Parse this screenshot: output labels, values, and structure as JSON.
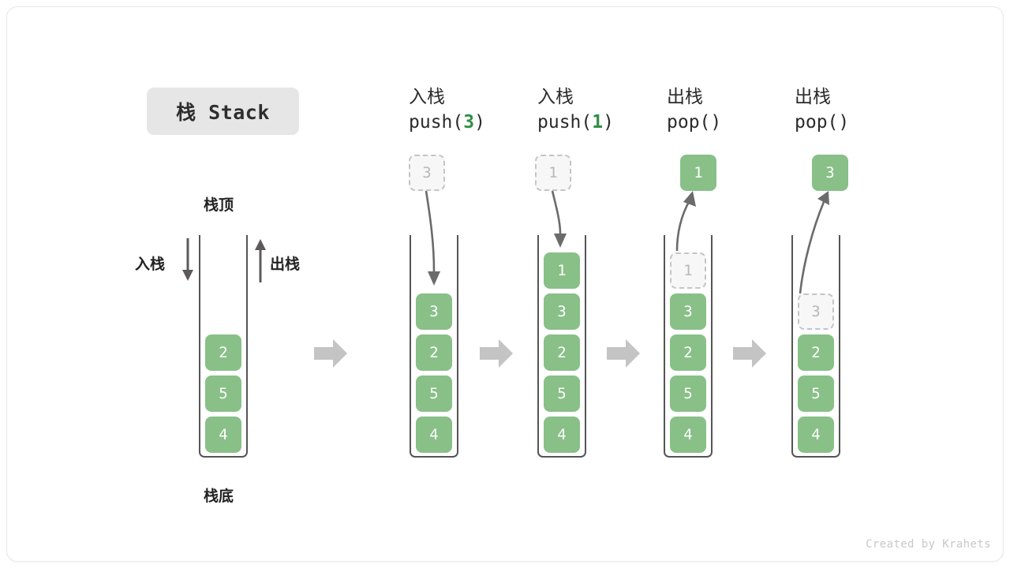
{
  "title_badge": {
    "label": "栈 Stack"
  },
  "credit": "Created by Krahets",
  "labels": {
    "top": "栈顶",
    "bottom": "栈底",
    "push_side": "入栈",
    "pop_side": "出栈"
  },
  "colors": {
    "cell_fill": "#88c088",
    "cell_text": "#ffffff",
    "ghost_fill": "#f7f7f7",
    "ghost_border": "#c4c4c4",
    "ghost_text": "#b8b8b8",
    "wall": "#555555",
    "arrow_gray": "#c4c4c4",
    "motion_arrow": "#6b6b6b",
    "accent_green": "#2f8f46",
    "badge_bg": "#e6e6e6"
  },
  "columns": [
    {
      "id": "initial",
      "header_cn": "",
      "header_code": "",
      "header_arg": "",
      "external_cell": null,
      "stack": [
        {
          "value": "2",
          "state": "filled"
        },
        {
          "value": "5",
          "state": "filled"
        },
        {
          "value": "4",
          "state": "filled"
        }
      ]
    },
    {
      "id": "push-3",
      "header_cn": "入栈",
      "header_code_prefix": "push(",
      "header_arg": "3",
      "header_code_suffix": ")",
      "external_cell": {
        "value": "3",
        "state": "ghost"
      },
      "arrow_dir": "in",
      "stack": [
        {
          "value": "3",
          "state": "filled"
        },
        {
          "value": "2",
          "state": "filled"
        },
        {
          "value": "5",
          "state": "filled"
        },
        {
          "value": "4",
          "state": "filled"
        }
      ]
    },
    {
      "id": "push-1",
      "header_cn": "入栈",
      "header_code_prefix": "push(",
      "header_arg": "1",
      "header_code_suffix": ")",
      "external_cell": {
        "value": "1",
        "state": "ghost"
      },
      "arrow_dir": "in",
      "stack": [
        {
          "value": "1",
          "state": "filled"
        },
        {
          "value": "3",
          "state": "filled"
        },
        {
          "value": "2",
          "state": "filled"
        },
        {
          "value": "5",
          "state": "filled"
        },
        {
          "value": "4",
          "state": "filled"
        }
      ]
    },
    {
      "id": "pop-1",
      "header_cn": "出栈",
      "header_code_prefix": "pop(",
      "header_arg": "",
      "header_code_suffix": ")",
      "external_cell": {
        "value": "1",
        "state": "filled"
      },
      "arrow_dir": "out",
      "stack": [
        {
          "value": "1",
          "state": "ghost"
        },
        {
          "value": "3",
          "state": "filled"
        },
        {
          "value": "2",
          "state": "filled"
        },
        {
          "value": "5",
          "state": "filled"
        },
        {
          "value": "4",
          "state": "filled"
        }
      ]
    },
    {
      "id": "pop-3",
      "header_cn": "出栈",
      "header_code_prefix": "pop(",
      "header_arg": "",
      "header_code_suffix": ")",
      "external_cell": {
        "value": "3",
        "state": "filled"
      },
      "arrow_dir": "out",
      "stack": [
        {
          "value": "3",
          "state": "ghost"
        },
        {
          "value": "2",
          "state": "filled"
        },
        {
          "value": "5",
          "state": "filled"
        },
        {
          "value": "4",
          "state": "filled"
        }
      ]
    }
  ]
}
